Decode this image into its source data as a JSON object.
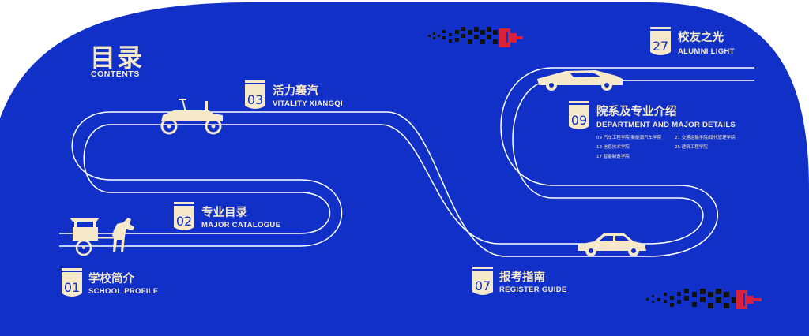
{
  "colors": {
    "background": "#1030c8",
    "cream": "#f6e9c9",
    "road": "#ffffff",
    "red": "#d9223a",
    "dark": "#111111"
  },
  "icons": [
    "horse-carriage-icon",
    "vintage-car-icon",
    "sedan-car-icon",
    "sports-car-icon",
    "checkered-racing-flag-icon"
  ],
  "header": {
    "title_cn": "目录",
    "title_en": "CONTENTS"
  },
  "sections": [
    {
      "num": "01",
      "cn": "学校简介",
      "en": "SCHOOL PROFILE"
    },
    {
      "num": "02",
      "cn": "专业目录",
      "en": "MAJOR CATALOGUE"
    },
    {
      "num": "03",
      "cn": "活力襄汽",
      "en": "VITALITY XIANGQI"
    },
    {
      "num": "07",
      "cn": "报考指南",
      "en": "REGISTER GUIDE"
    },
    {
      "num": "09",
      "cn": "院系及专业介绍",
      "en": "DEPARTMENT AND MAJOR DETAILS"
    },
    {
      "num": "27",
      "cn": "校友之光",
      "en": "ALUMNI LIGHT"
    }
  ],
  "department_list": {
    "left": [
      "09 汽车工程学院/新能源汽车学院",
      "13 信息技术学院",
      "17 智能制造学院"
    ],
    "right": [
      "21 交通运输学院/现代管理学院",
      "25 建筑工程学院"
    ]
  }
}
